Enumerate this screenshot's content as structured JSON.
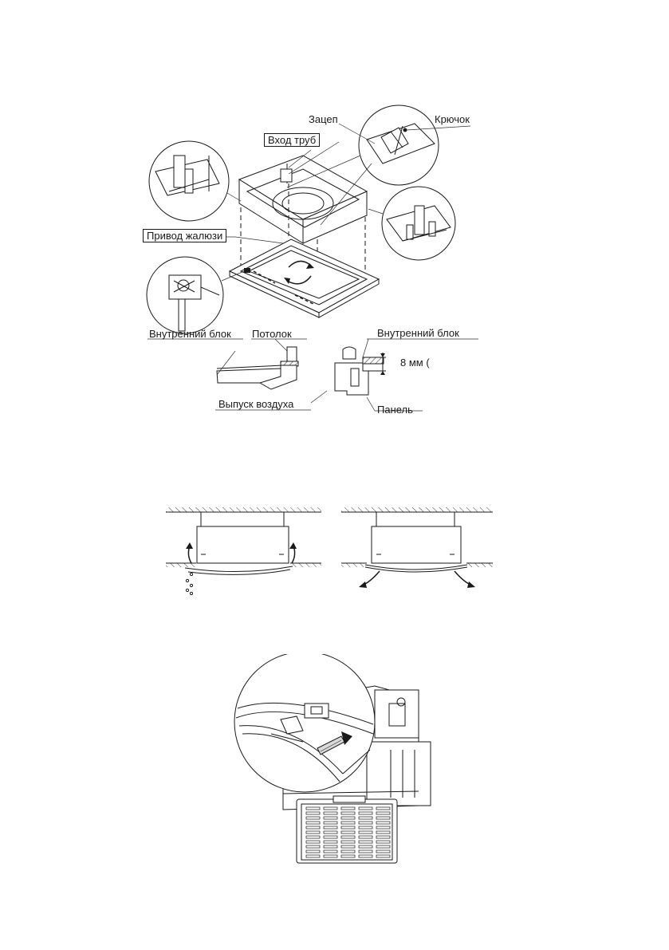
{
  "figure1": {
    "labels": {
      "hook_catch": "Зацеп",
      "hook": "Крючок",
      "pipe_inlet": "Вход труб",
      "louver_drive": "Привод жалюзи",
      "indoor_unit_left": "Внутренний блок",
      "ceiling": "Потолок",
      "indoor_unit_right": "Внутренний блок",
      "gap": "8 мм (",
      "air_outlet": "Выпуск воздуха",
      "panel": "Панель"
    }
  },
  "figure2": {},
  "figure3": {},
  "colors": {
    "ink": "#1a1a1a",
    "hatch": "#444444",
    "shade": "#d9d9d9"
  }
}
